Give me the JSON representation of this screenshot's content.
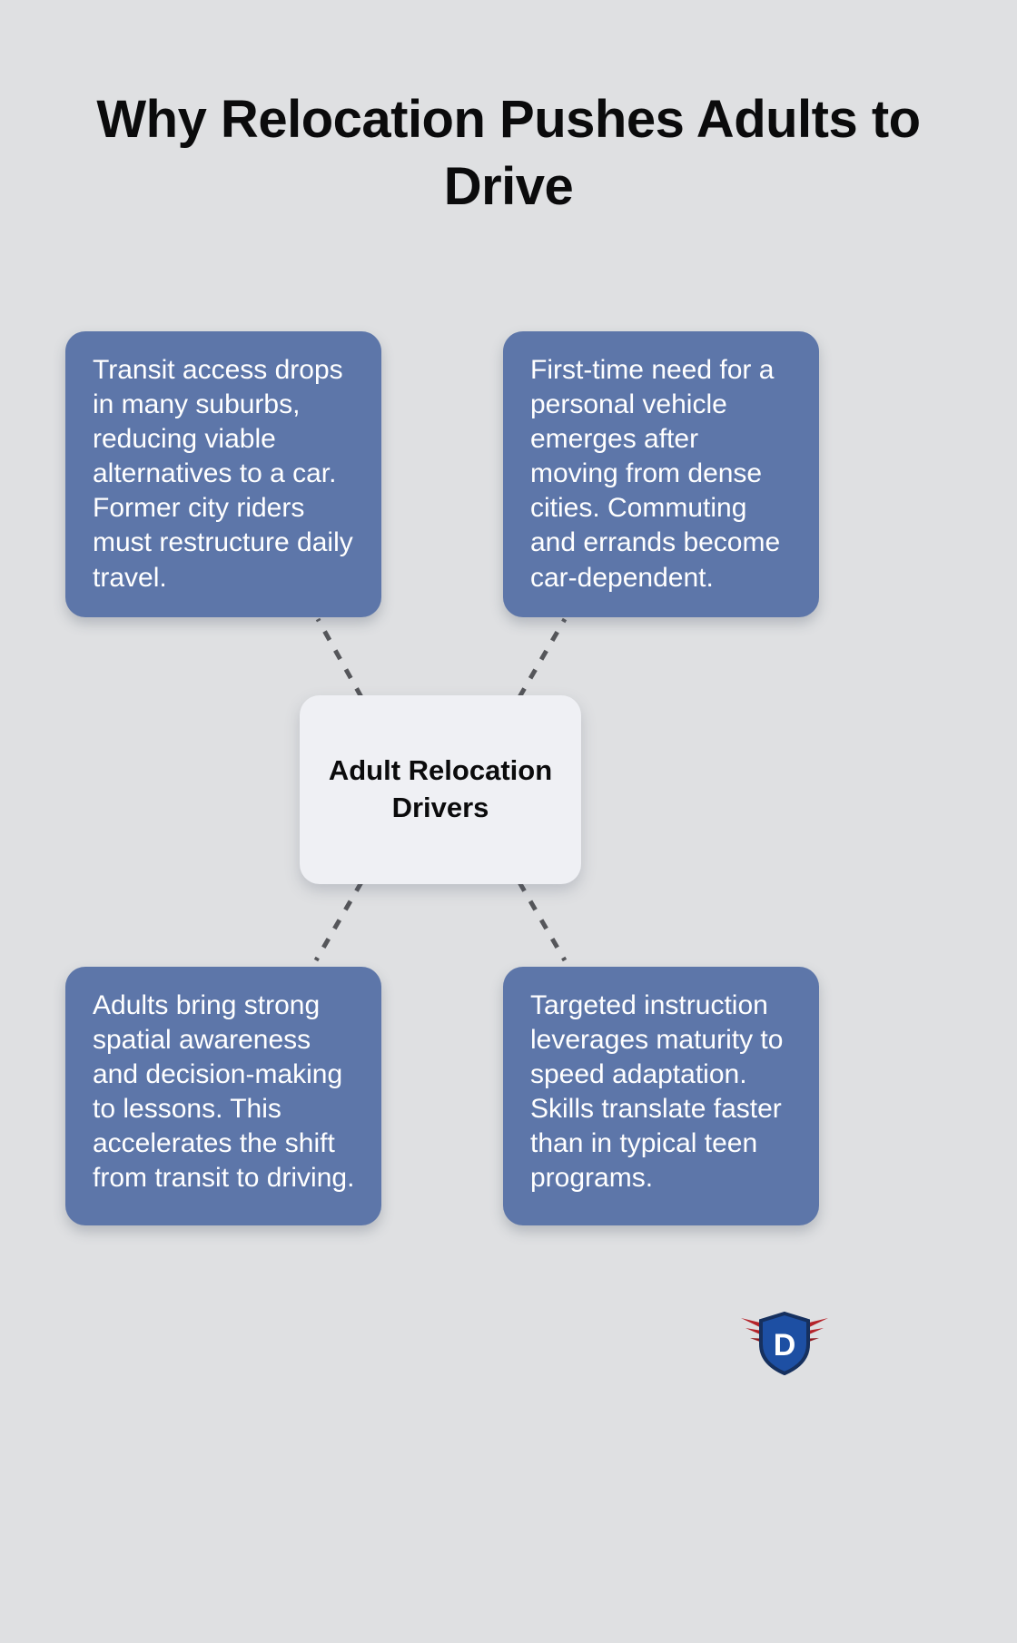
{
  "page": {
    "title": "Why Relocation Pushes Adults to Drive",
    "background_color": "#dfe0e2"
  },
  "center": {
    "label": "Adult Relocation Drivers",
    "background_color": "#eff0f4",
    "text_color": "#0b0b0c"
  },
  "nodes": [
    {
      "id": "top-left",
      "text": "Transit access drops in many suburbs, reducing viable alternatives to a car. Former city riders must restructure daily travel.",
      "background_color": "#5d76a9",
      "text_color": "#ffffff"
    },
    {
      "id": "top-right",
      "text": "First-time need for a personal vehicle emerges after moving from dense cities. Commuting and errands become car-dependent.",
      "background_color": "#5d76a9",
      "text_color": "#ffffff"
    },
    {
      "id": "bottom-left",
      "text": "Adults bring strong spatial awareness and decision-making to lessons. This accelerates the shift from transit to driving.",
      "background_color": "#5d76a9",
      "text_color": "#ffffff"
    },
    {
      "id": "bottom-right",
      "text": "Targeted instruction leverages maturity to speed adaptation. Skills translate faster than in typical teen programs.",
      "background_color": "#5d76a9",
      "text_color": "#ffffff"
    }
  ],
  "connectors": {
    "style": "dashed",
    "color": "#55565a"
  },
  "logo": {
    "letter": "D",
    "shield_color": "#1d4fa3",
    "shield_border_color": "#16305e",
    "wing_color": "#b4232a"
  }
}
